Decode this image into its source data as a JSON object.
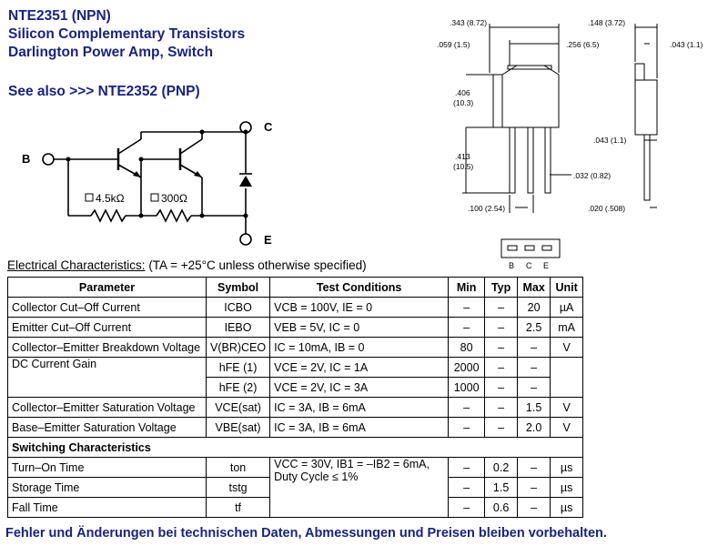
{
  "header": {
    "line1": "NTE2351 (NPN)",
    "line2": "Silicon Complementary Transistors",
    "line3": "Darlington Power Amp, Switch",
    "see_also": "See also >>> NTE2352 (PNP)"
  },
  "circuit": {
    "label_b": "B",
    "label_c": "C",
    "label_e": "E",
    "r1": "4.5kΩ",
    "r2": "300Ω"
  },
  "dimensions": {
    "width_total": ".343 (8.72)",
    "thickness": ".148 (3.72)",
    "tab_tab": ".059 (1.5)",
    "body_width": ".256 (6.5)",
    "lead_t": ".043 (1.1)",
    "body_h": ".406",
    "body_h_mm": "(10.3)",
    "lead_len": ".413",
    "lead_len_mm": "(10.5)",
    "lead_t2": ".043 (1.1)",
    "lead_w": ".032 (0.82)",
    "pitch": ".100 (2.54)",
    "lead_thk": ".020 (.508)"
  },
  "pin_legend": [
    "B",
    "C",
    "E"
  ],
  "electrical": {
    "heading": "Electrical Characteristics:",
    "condition": "(TA = +25°C unless otherwise specified)",
    "columns": [
      "Parameter",
      "Symbol",
      "Test Conditions",
      "Min",
      "Typ",
      "Max",
      "Unit"
    ],
    "rows": [
      {
        "param": "Collector Cut–Off Current",
        "sym": "ICBO",
        "cond": "VCB = 100V, IE = 0",
        "min": "–",
        "typ": "–",
        "max": "20",
        "unit": "µA"
      },
      {
        "param": "Emitter Cut–Off Current",
        "sym": "IEBO",
        "cond": "VEB = 5V, IC = 0",
        "min": "–",
        "typ": "–",
        "max": "2.5",
        "unit": "mA"
      },
      {
        "param": "Collector–Emitter Breakdown Voltage",
        "sym": "V(BR)CEO",
        "cond": "IC = 10mA, IB = 0",
        "min": "80",
        "typ": "–",
        "max": "–",
        "unit": "V"
      },
      {
        "param": "DC Current Gain",
        "sym": "hFE (1)",
        "cond": "VCE = 2V, IC = 1A",
        "min": "2000",
        "typ": "–",
        "max": "–",
        "unit": ""
      },
      {
        "param": "",
        "sym": "hFE (2)",
        "cond": "VCE = 2V, IC = 3A",
        "min": "1000",
        "typ": "–",
        "max": "–",
        "unit": ""
      },
      {
        "param": "Collector–Emitter Saturation Voltage",
        "sym": "VCE(sat)",
        "cond": "IC = 3A, IB = 6mA",
        "min": "–",
        "typ": "–",
        "max": "1.5",
        "unit": "V"
      },
      {
        "param": "Base–Emitter Saturation Voltage",
        "sym": "VBE(sat)",
        "cond": "IC = 3A, IB = 6mA",
        "min": "–",
        "typ": "–",
        "max": "2.0",
        "unit": "V"
      }
    ],
    "switching_heading": "Switching Characteristics",
    "switching_cond_1": "VCC = 30V, IB1 = –IB2 = 6mA,",
    "switching_cond_2": "Duty Cycle ≤ 1%",
    "switching_rows": [
      {
        "param": "Turn–On Time",
        "sym": "ton",
        "min": "–",
        "typ": "0.2",
        "max": "–",
        "unit": "µs"
      },
      {
        "param": "Storage Time",
        "sym": "tstg",
        "min": "–",
        "typ": "1.5",
        "max": "–",
        "unit": "µs"
      },
      {
        "param": "Fall Time",
        "sym": "tf",
        "min": "–",
        "typ": "0.6",
        "max": "–",
        "unit": "µs"
      }
    ]
  },
  "footer": "Fehler und Änderungen bei technischen Daten, Abmessungen und Preisen bleiben vorbehalten."
}
